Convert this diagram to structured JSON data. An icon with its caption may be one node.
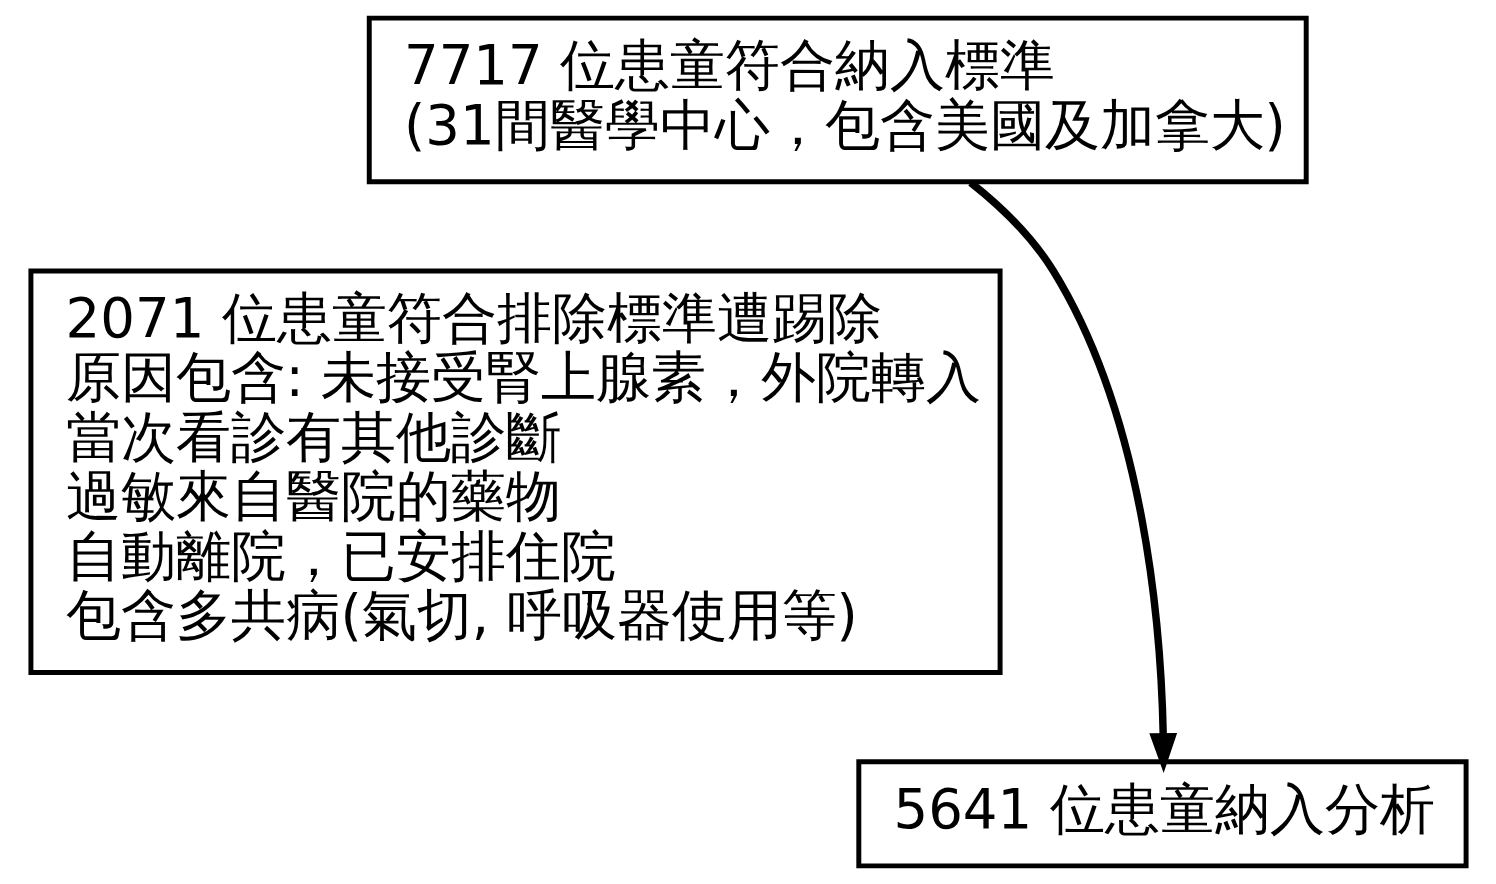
{
  "diagram": {
    "nodes": [
      {
        "text": [
          "7717 位患童符合納入標準",
          "(31間醫學中心，包含美國及加拿大)"
        ]
      },
      {
        "text": [
          "2071 位患童符合排除標準遭踢除",
          "原因包含: 未接受腎上腺素，外院轉入",
          "當次看診有其他診斷",
          "過敏來自醫院的藥物",
          "自動離院，已安排住院",
          "包含多共病(氣切, 呼吸器使用等)"
        ]
      },
      {
        "text": [
          "5641 位患童納入分析"
        ]
      }
    ],
    "edges": [
      {
        "from": 0,
        "to": 2,
        "arrow": "to"
      }
    ]
  }
}
